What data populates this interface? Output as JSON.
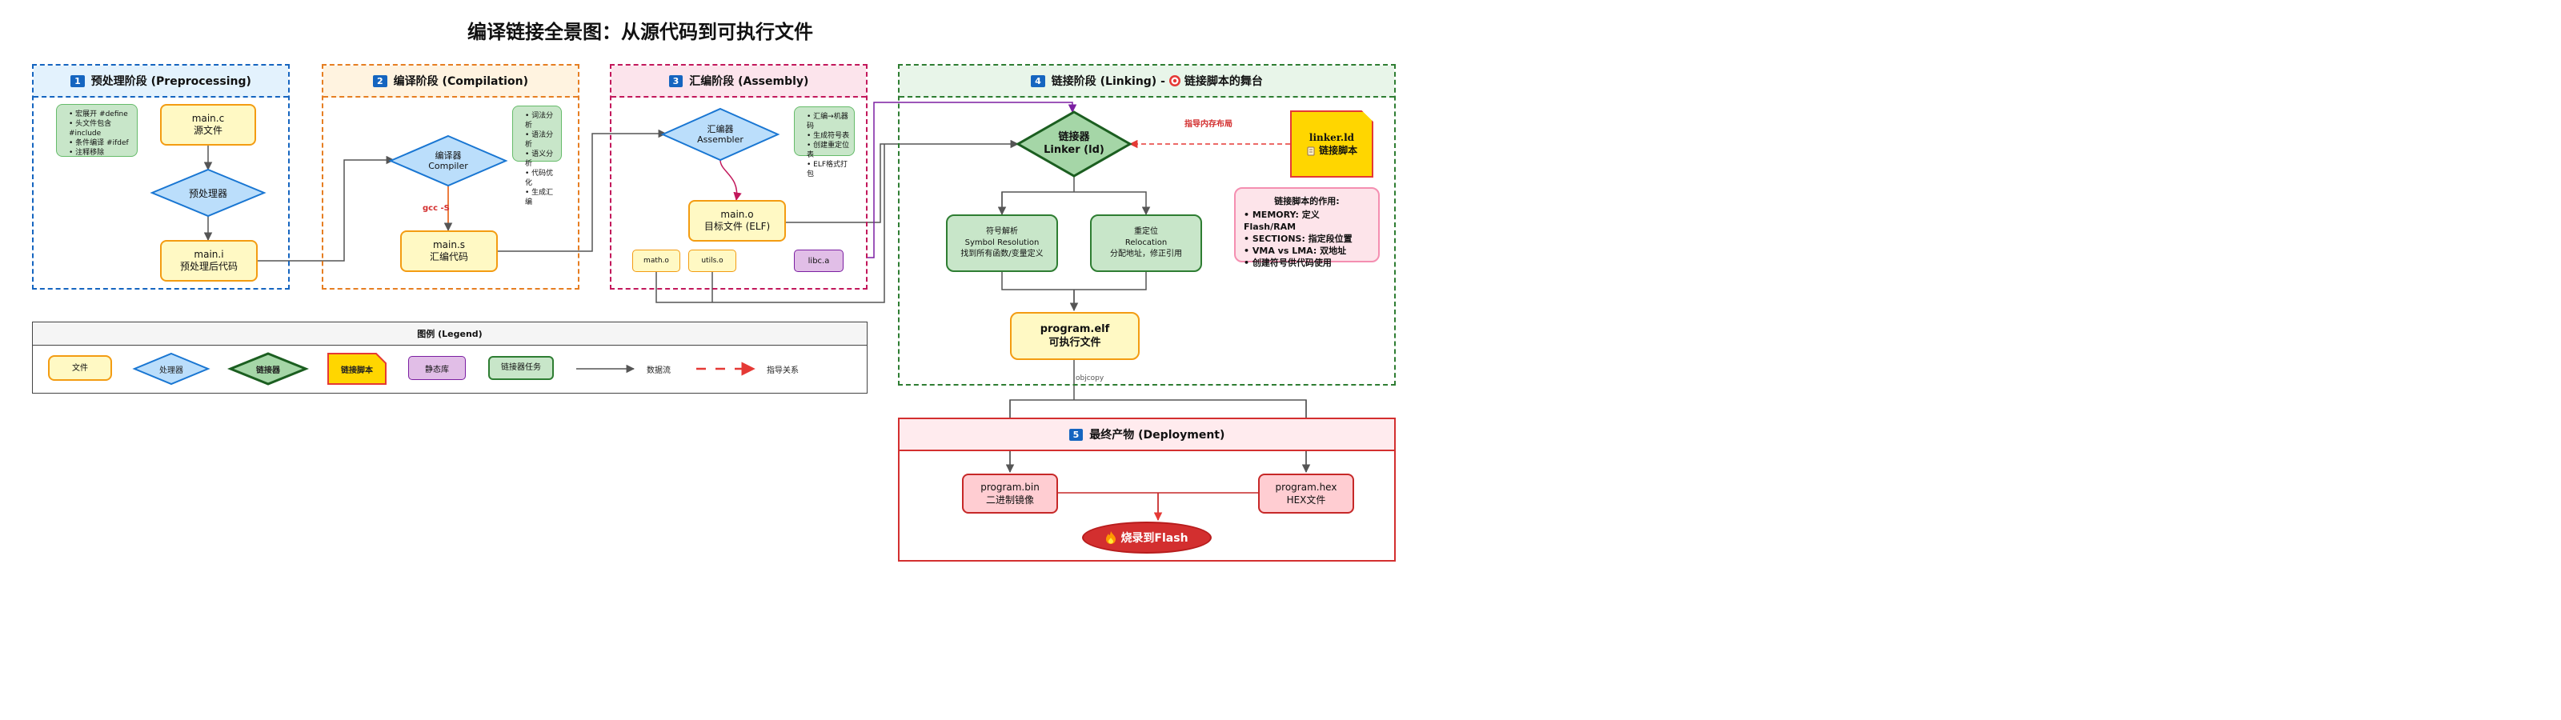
{
  "title": "编译链接全景图：从源代码到可执行文件",
  "stage1": {
    "num": "1",
    "title": "预处理阶段 (Preprocessing)",
    "notes": [
      "• 宏展开 #define",
      "• 头文件包含 #include",
      "• 条件编译 #ifdef",
      "• 注释移除"
    ],
    "main_c": [
      "main.c",
      "源文件"
    ],
    "preprocessor": "预处理器",
    "main_i": [
      "main.i",
      "预处理后代码"
    ]
  },
  "stage2": {
    "num": "2",
    "title": "编译阶段 (Compilation)",
    "compiler": [
      "编译器",
      "Compiler"
    ],
    "flag": "gcc -S",
    "notes": [
      "• 词法分析",
      "• 语法分析",
      "• 语义分析",
      "• 代码优化",
      "• 生成汇编"
    ],
    "main_s": [
      "main.s",
      "汇编代码"
    ]
  },
  "stage3": {
    "num": "3",
    "title": "汇编阶段 (Assembly)",
    "assembler": [
      "汇编器",
      "Assembler"
    ],
    "notes": [
      "• 汇编→机器码",
      "• 生成符号表",
      "• 创建重定位表",
      "• ELF格式打包"
    ],
    "main_o": [
      "main.o",
      "目标文件 (ELF)"
    ],
    "math_o": "math.o",
    "utils_o": "utils.o",
    "libc_a": "libc.a"
  },
  "stage4": {
    "num": "4",
    "title": "链接阶段 (Linking) - ",
    "title_icon": "target-icon",
    "title_tail": "链接脚本的舞台",
    "linker": [
      "链接器",
      "Linker (ld)"
    ],
    "guide": "指导内存布局",
    "script": [
      "linker.ld",
      "链接脚本"
    ],
    "script_icon": "scroll-icon",
    "script_info": {
      "heading": "链接脚本的作用:",
      "items": [
        "• MEMORY: 定义Flash/RAM",
        "• SECTIONS: 指定段位置",
        "• VMA vs LMA: 双地址",
        "• 创建符号供代码使用"
      ]
    },
    "symbol": [
      "符号解析",
      "Symbol Resolution",
      "找到所有函数/变量定义"
    ],
    "reloc": [
      "重定位",
      "Relocation",
      "分配地址，修正引用"
    ],
    "elf": [
      "program.elf",
      "可执行文件"
    ],
    "objcopy": "objcopy"
  },
  "stage5": {
    "num": "5",
    "title": "最终产物 (Deployment)",
    "bin": [
      "program.bin",
      "二进制镜像"
    ],
    "hex": [
      "program.hex",
      "HEX文件"
    ],
    "flash": "烧录到Flash",
    "flash_icon": "fire-icon"
  },
  "legend": {
    "title": "图例 (Legend)",
    "file": "文件",
    "processor": "处理器",
    "linker": "链接器",
    "script": "链接脚本",
    "lib": "静态库",
    "task": "链接器任务",
    "flow": "数据流",
    "guide": "指导关系"
  },
  "colors": {
    "stage1": "#1565c0",
    "stage2": "#e67e22",
    "stage3": "#c2185b",
    "stage4": "#2e7d32",
    "stage5": "#d32f2f"
  }
}
